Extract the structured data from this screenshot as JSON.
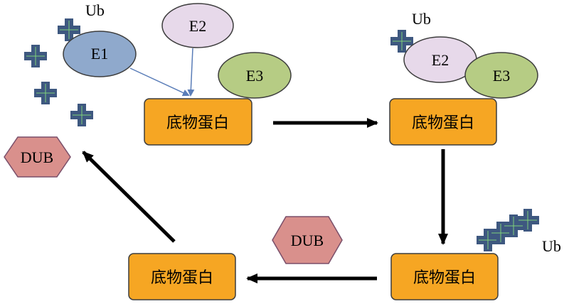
{
  "ub_label": "Ub",
  "dub_label": "DUB",
  "substrate_label": "底物蛋白",
  "enzymes": {
    "e1": "E1",
    "e2": "E2",
    "e3": "E3"
  },
  "colors": {
    "background": "#ffffff",
    "substrate_fill": "#f6a623",
    "substrate_stroke": "#3d3d3d",
    "e1_fill": "#8fa9cc",
    "e2_fill": "#e7d9ea",
    "e3_fill": "#b6cc84",
    "dub_fill": "#d9908c",
    "ub_fill": "#3e5880",
    "ub_cross": "#7fd17a",
    "thin_arrow": "#5a7db8",
    "thick_arrow": "#000000"
  }
}
